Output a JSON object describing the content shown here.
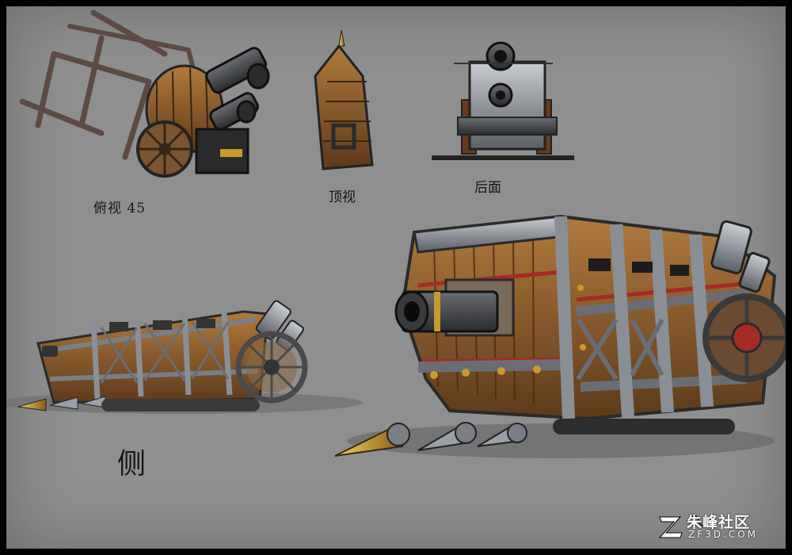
{
  "labels": {
    "topdown_45": "俯视 45",
    "top_view": "顶视",
    "rear_view": "后面",
    "side_view": "侧"
  },
  "watermark": {
    "name": "朱峰社区",
    "domain": "ZF3D.COM"
  },
  "colors": {
    "background": "#8f8f8f",
    "wood": "#8a5a2e",
    "metal": "#7a7f86",
    "accent_red": "#a52a24",
    "spike_gold": "#c99a2c"
  }
}
